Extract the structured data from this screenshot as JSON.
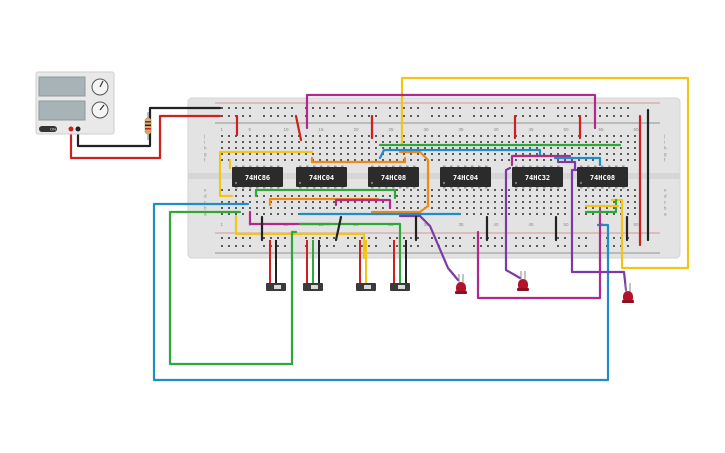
{
  "power_supply": {
    "display_top": "",
    "display_bottom": "",
    "button_label": "ON"
  },
  "chips": [
    {
      "label": "74HC86"
    },
    {
      "label": "74HC04"
    },
    {
      "label": "74HC08"
    },
    {
      "label": "74HC04"
    },
    {
      "label": "74HC32"
    },
    {
      "label": "74HC08"
    }
  ],
  "column_numbers": [
    "1",
    "5",
    "10",
    "15",
    "20",
    "25",
    "30",
    "35",
    "40",
    "45",
    "50",
    "55",
    "60"
  ],
  "row_letters_top": [
    "j",
    "i",
    "h",
    "g",
    "f"
  ],
  "row_letters_bottom": [
    "e",
    "d",
    "c",
    "b",
    "a"
  ],
  "colors": {
    "breadboard": "#e3e3e3",
    "chip": "#2b2b2b",
    "wire_red": "#d01f1f",
    "wire_black": "#222222",
    "wire_yellow": "#f2c617",
    "wire_green": "#2fa83a",
    "wire_blue": "#1f8ec7",
    "wire_purple": "#7a3aa8",
    "wire_magenta": "#b02a8c",
    "wire_orange": "#ef8a17",
    "led": "#b3122a"
  },
  "components": {
    "switches": [
      "slide-switch",
      "slide-switch",
      "slide-switch",
      "slide-switch"
    ],
    "leds": [
      "led",
      "led",
      "led"
    ],
    "resistor": "resistor"
  }
}
